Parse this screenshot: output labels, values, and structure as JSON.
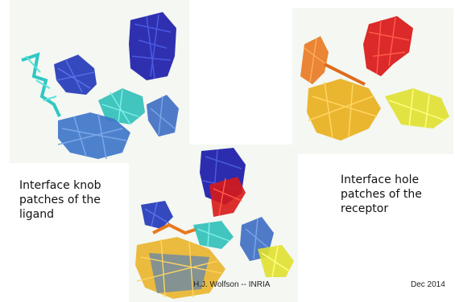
{
  "captions": {
    "ligand": {
      "line1": "Interface knob",
      "line2": "patches of the",
      "line3": "ligand"
    },
    "receptor": {
      "line1": "Interface hole",
      "line2": "patches of the",
      "line3": "receptor"
    }
  },
  "footer": {
    "author": "H.J. Wolfson -- INRIA",
    "date": "Dec 2014"
  },
  "colors": {
    "ligand_patches": [
      "#1a1aa8",
      "#2a3fc4",
      "#31c7c4",
      "#3f76c9"
    ],
    "receptor_patches": [
      "#d81818",
      "#e8781f",
      "#e8b020",
      "#e0e030"
    ],
    "panel_background": "#f4f7f2"
  }
}
